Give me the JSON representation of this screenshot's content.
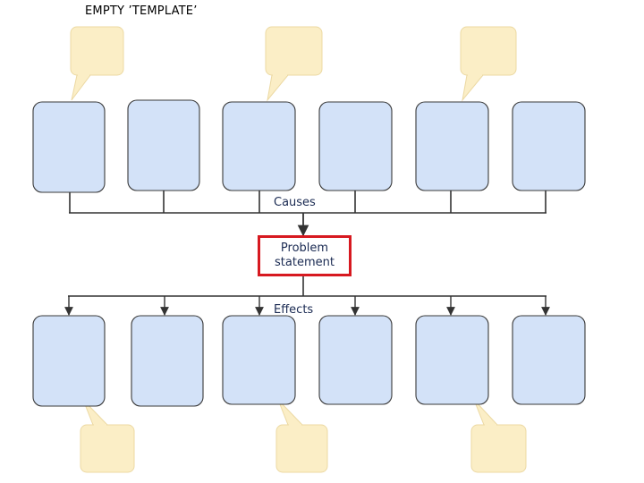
{
  "title": "EMPTY ’TEMPLATE’",
  "causes_label": "Causes",
  "effects_label": "Effects",
  "problem": {
    "line1": "Problem",
    "line2": "statement"
  },
  "colors": {
    "box_fill": "#d3e2f8",
    "box_stroke": "#3a3a3a",
    "callout_fill": "#fbeec6",
    "callout_stroke": "#ecd9a3",
    "connector": "#333333",
    "problem_border": "#d71920"
  },
  "diagram": {
    "cause_box_count": 6,
    "effect_box_count": 6,
    "cause_callouts_on": [
      1,
      3,
      5
    ],
    "effect_callouts_on": [
      1,
      3,
      5
    ]
  }
}
